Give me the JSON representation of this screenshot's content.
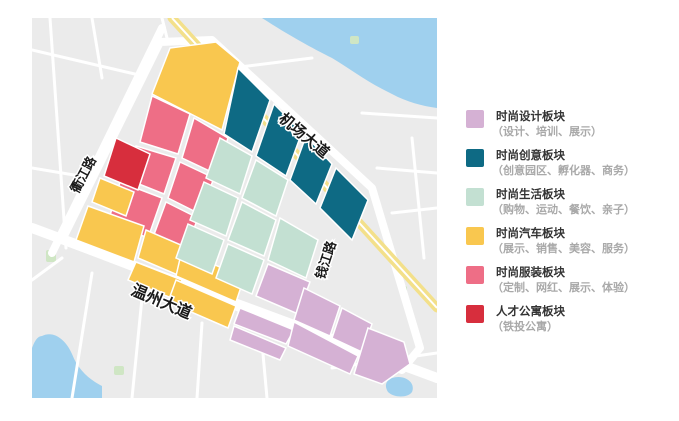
{
  "colors": {
    "design": "#d5b1d4",
    "creative": "#0e6a84",
    "life": "#c3e0d2",
    "auto": "#f9c74f",
    "apparel": "#ee6e86",
    "talent": "#d72e3d",
    "background": "#ebebeb",
    "water": "#9fd0ee",
    "road": "#ffffff",
    "highway": "#f3e08a",
    "park": "#cfe6c4"
  },
  "roads": {
    "airport_road": "机场大道",
    "wenzhou_road": "温州大道",
    "hengjiang_road": "衢江路",
    "qianjiang_road": "钱江路"
  },
  "legend": [
    {
      "key": "design",
      "title": "时尚设计板块",
      "subtitle": "（设计、培训、展示）"
    },
    {
      "key": "creative",
      "title": "时尚创意板块",
      "subtitle": "（创意园区、孵化器、商务）"
    },
    {
      "key": "life",
      "title": "时尚生活板块",
      "subtitle": "（购物、运动、餐饮、亲子）"
    },
    {
      "key": "auto",
      "title": "时尚汽车板块",
      "subtitle": "（展示、销售、美容、服务）"
    },
    {
      "key": "apparel",
      "title": "时尚服装板块",
      "subtitle": "（定制、网红、展示、体验）"
    },
    {
      "key": "talent",
      "title": "人才公寓板块",
      "subtitle": "（铁投公寓）"
    }
  ]
}
